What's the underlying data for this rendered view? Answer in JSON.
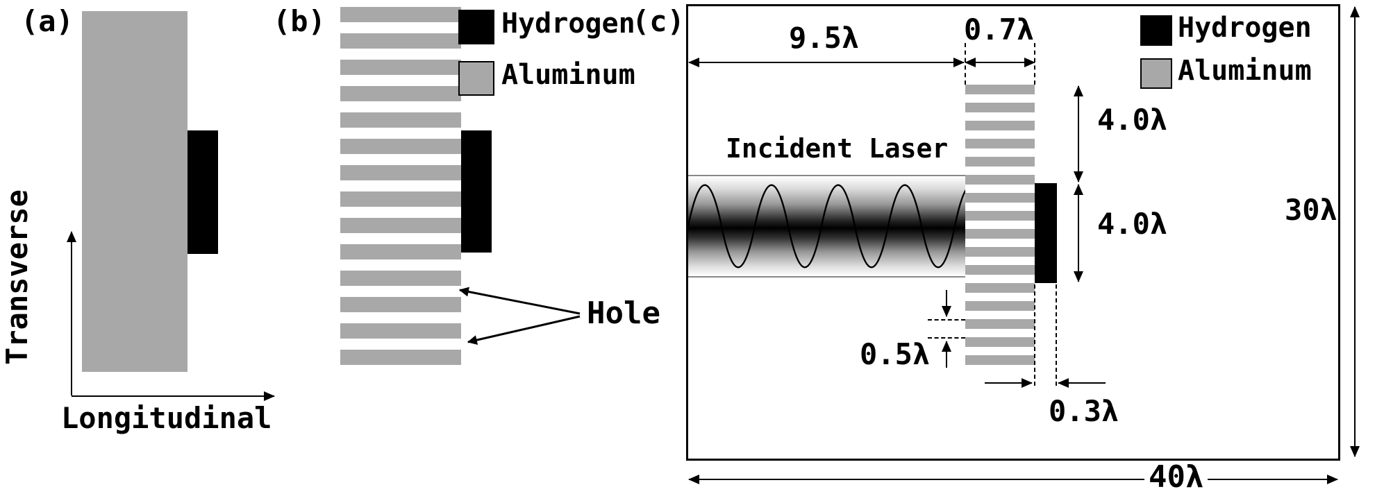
{
  "colors": {
    "aluminum": "#a8a8a8",
    "hydrogen": "#000000"
  },
  "panel_a": {
    "label": "(a)",
    "transverse": "Transverse",
    "longitudinal": "Longitudinal"
  },
  "panel_b": {
    "label": "(b)",
    "hole": "Hole",
    "legend": {
      "hydrogen": "Hydrogen",
      "aluminum": "Aluminum"
    }
  },
  "panel_c": {
    "label": "(c)",
    "incident_laser": "Incident Laser",
    "legend": {
      "hydrogen": "Hydrogen",
      "aluminum": "Aluminum"
    },
    "dimensions": {
      "left_gap_width": "9.5λ",
      "target_width": "0.7λ",
      "upper_target_height": "4.0λ",
      "hydrogen_height": "4.0λ",
      "box_height": "30λ",
      "stripe_period": "0.5λ",
      "hydrogen_width": "0.3λ",
      "box_width": "40λ"
    }
  }
}
